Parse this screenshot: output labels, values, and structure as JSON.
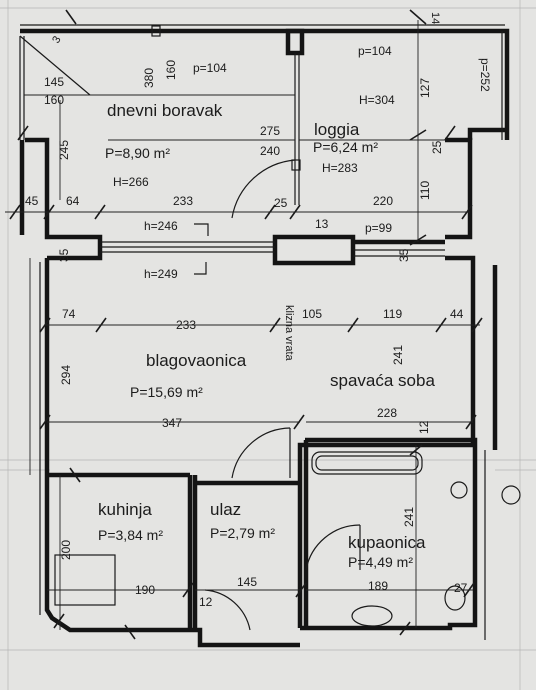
{
  "rooms": {
    "dnevni": {
      "name": "dnevni boravak",
      "area": "P=8,90 m²",
      "height": "H=266"
    },
    "loggia": {
      "name": "loggia",
      "area": "P=6,24 m²",
      "height": "H=283"
    },
    "blagovaonica": {
      "name": "blagovaonica",
      "area": "P=15,69 m²"
    },
    "spavaca": {
      "name": "spavaća soba"
    },
    "kuhinja": {
      "name": "kuhinja",
      "area": "P=3,84 m²"
    },
    "ulaz": {
      "name": "ulaz",
      "area": "P=2,79 m²"
    },
    "kupaonica": {
      "name": "kupaonica",
      "area": "P=4,49 m²"
    }
  },
  "notes": {
    "sliding_door": "klizna vrata",
    "p104_a": "p=104",
    "p104_b": "p=104",
    "p252": "p=252",
    "p99": "p=99",
    "h304": "H=304",
    "h246": "h=246",
    "h249": "h=249"
  },
  "dims": {
    "d14": "14",
    "d3": "3",
    "d380": "380",
    "d160a": "160",
    "d145a": "145",
    "d160b": "160",
    "d127": "127",
    "d245": "245",
    "d275": "275",
    "d240": "240",
    "d25a": "25",
    "d25b": "25",
    "d45": "45",
    "d64": "64",
    "d233a": "233",
    "d220": "220",
    "d110": "110",
    "d13": "13",
    "d35a": "35",
    "d35b": "35",
    "d74": "74",
    "d233b": "233",
    "d105": "105",
    "d119": "119",
    "d44": "44",
    "d294": "294",
    "d241a": "241",
    "d347": "347",
    "d228": "228",
    "d12a": "12",
    "d200": "200",
    "d190": "190",
    "d12b": "12",
    "d145b": "145",
    "d189": "189",
    "d27": "27",
    "d241b": "241"
  }
}
